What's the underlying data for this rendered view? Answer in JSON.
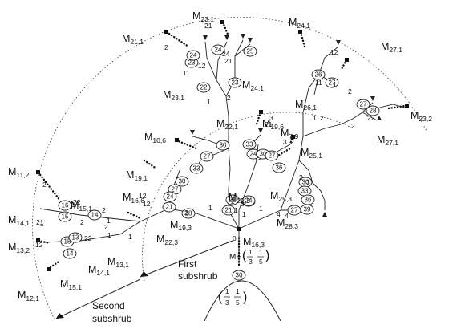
{
  "captions": {
    "first_subshrub": "First\nsubshrub",
    "second_subshrub": "Second\nsubshrub",
    "mf_label": "MF",
    "root_fraction": {
      "n1": "1",
      "d1": "3",
      "n2": "1",
      "d2": "5"
    },
    "mf_fraction": {
      "n1": "1",
      "d1": "3",
      "n2": "1",
      "d2": "5"
    }
  },
  "node_labels": [
    {
      "id": "m231",
      "main": "M",
      "sub": "23,1"
    },
    {
      "id": "m211",
      "main": "M",
      "sub": "21,1"
    },
    {
      "id": "m241",
      "main": "M",
      "sub": "24,1"
    },
    {
      "id": "m271",
      "main": "M",
      "sub": "27,1"
    },
    {
      "id": "m231b",
      "main": "M",
      "sub": "23,1"
    },
    {
      "id": "m241b",
      "main": "M",
      "sub": "24,1"
    },
    {
      "id": "m261",
      "main": "M",
      "sub": "26,1"
    },
    {
      "id": "m221",
      "main": "M",
      "sub": "22,1"
    },
    {
      "id": "m196",
      "main": "M",
      "sub": "19,6"
    },
    {
      "id": "m232",
      "main": "M",
      "sub": "23,2"
    },
    {
      "id": "m106",
      "main": "M",
      "sub": "10,6"
    },
    {
      "id": "m79",
      "main": "M",
      "sub": "7,9"
    },
    {
      "id": "m271b",
      "main": "M",
      "sub": "27,1"
    },
    {
      "id": "m251",
      "main": "M",
      "sub": "25,1"
    },
    {
      "id": "m191",
      "main": "M",
      "sub": "19,1"
    },
    {
      "id": "m112",
      "main": "M",
      "sub": "11,2"
    },
    {
      "id": "m166",
      "main": "M",
      "sub": "16,6"
    },
    {
      "id": "m223",
      "main": "M",
      "sub": "22,3"
    },
    {
      "id": "m253",
      "main": "M",
      "sub": "25,3"
    },
    {
      "id": "m151",
      "main": "M",
      "sub": "15,1"
    },
    {
      "id": "m141",
      "main": "M",
      "sub": "14,1"
    },
    {
      "id": "m283",
      "main": "M",
      "sub": "28,3"
    },
    {
      "id": "m193",
      "main": "M",
      "sub": "19,3"
    },
    {
      "id": "m223b",
      "main": "M",
      "sub": "22,3"
    },
    {
      "id": "m163",
      "main": "M",
      "sub": "16,3"
    },
    {
      "id": "m132",
      "main": "M",
      "sub": "13,2"
    },
    {
      "id": "m131",
      "main": "M",
      "sub": "13,1"
    },
    {
      "id": "m141b",
      "main": "M",
      "sub": "14,1"
    },
    {
      "id": "m151b",
      "main": "M",
      "sub": "15,1"
    },
    {
      "id": "m121",
      "main": "M",
      "sub": "12,1"
    }
  ],
  "circled_numbers": [
    "23",
    "24",
    "24",
    "25",
    "26",
    "27",
    "22",
    "23",
    "27",
    "28",
    "27",
    "30",
    "33",
    "24",
    "30",
    "33",
    "27",
    "36",
    "30",
    "33",
    "36",
    "39",
    "30",
    "27",
    "24",
    "21",
    "21",
    "22",
    "18",
    "21",
    "24",
    "27",
    "16",
    "15",
    "14",
    "15",
    "13",
    "14",
    "30"
  ],
  "edge_numbers": [
    "2",
    "12",
    "11",
    "24",
    "21",
    "2",
    "21",
    "12",
    "1",
    "1",
    "11",
    "2",
    "1",
    "2",
    "22",
    "21",
    "3",
    "3",
    "2",
    "2",
    "4",
    "1",
    "3",
    "2",
    "22",
    "2",
    "2",
    "1",
    "21",
    "1",
    "0",
    "22",
    "1",
    "12",
    "4",
    "2",
    "3",
    "12",
    "12",
    "2",
    "1",
    "1",
    "2",
    "1",
    "2",
    "2",
    "1"
  ]
}
